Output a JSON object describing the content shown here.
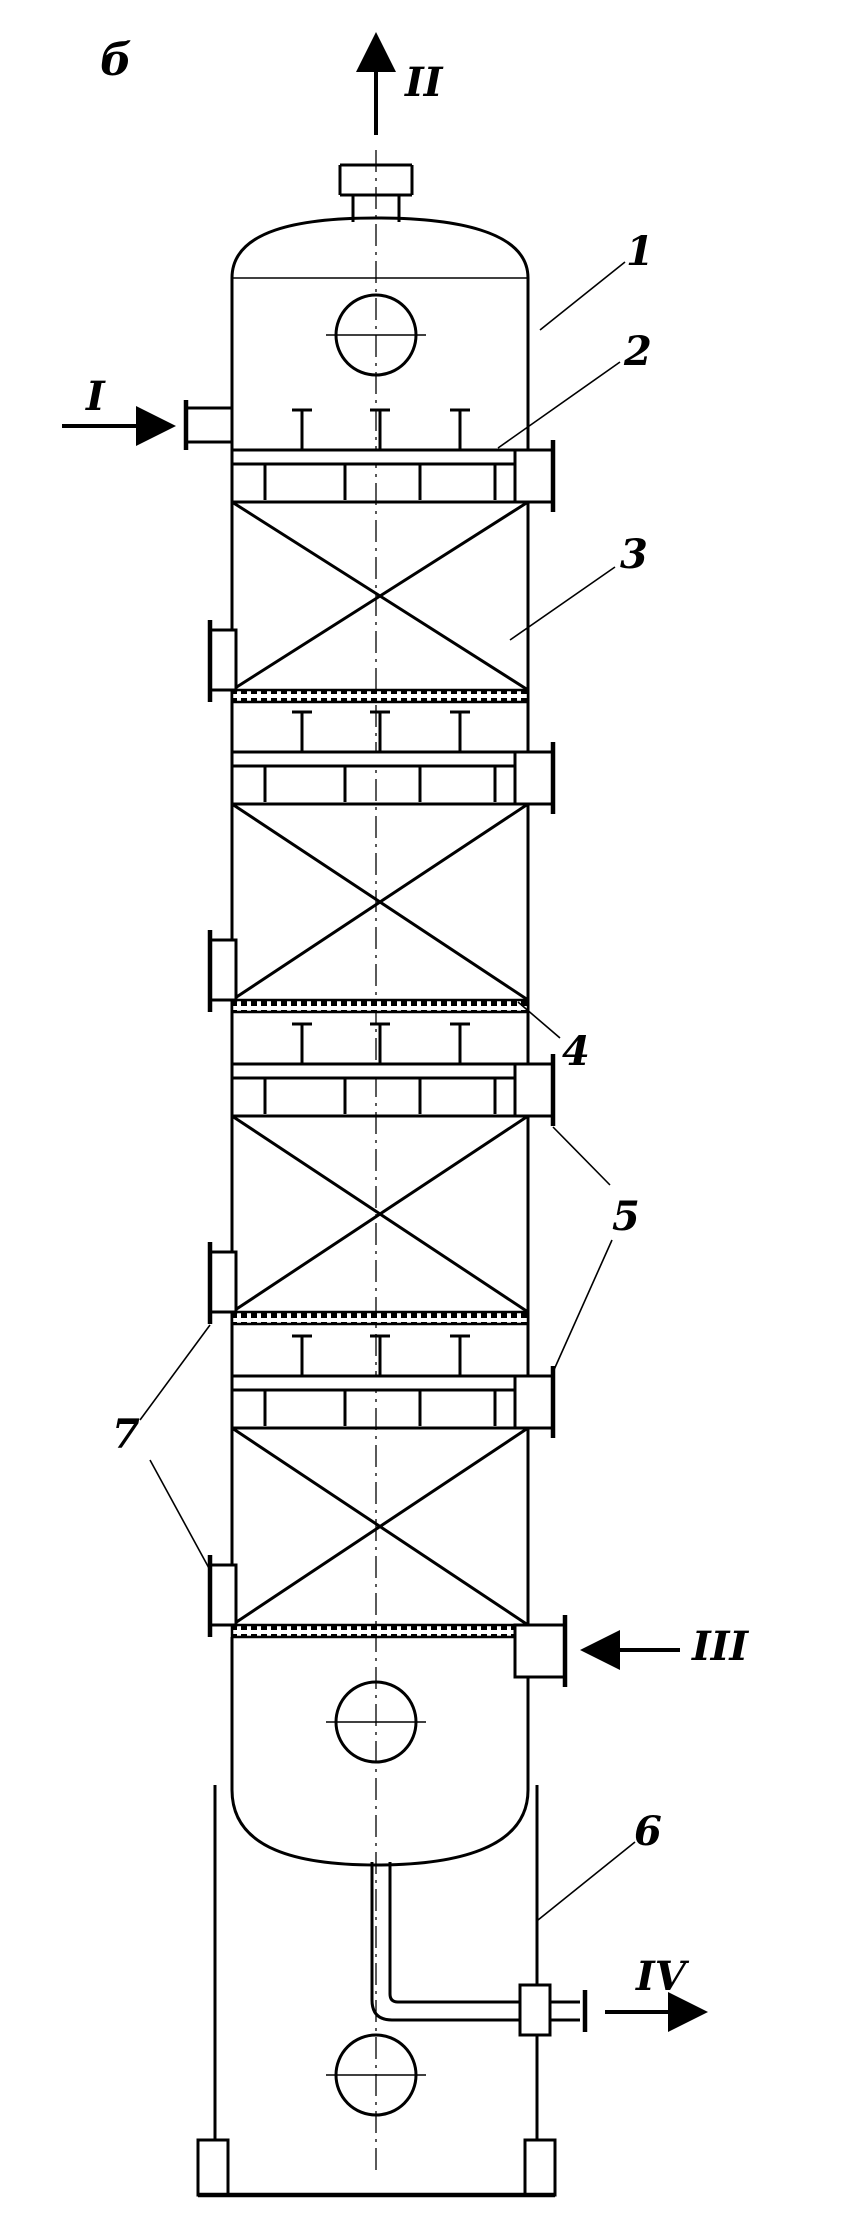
{
  "figure_letter": "б",
  "streams": {
    "I": "I",
    "II": "II",
    "III": "III",
    "IV": "IV"
  },
  "parts": {
    "p1": "1",
    "p2": "2",
    "p3": "3",
    "p4": "4",
    "p5": "5",
    "p6": "6",
    "p7": "7"
  }
}
